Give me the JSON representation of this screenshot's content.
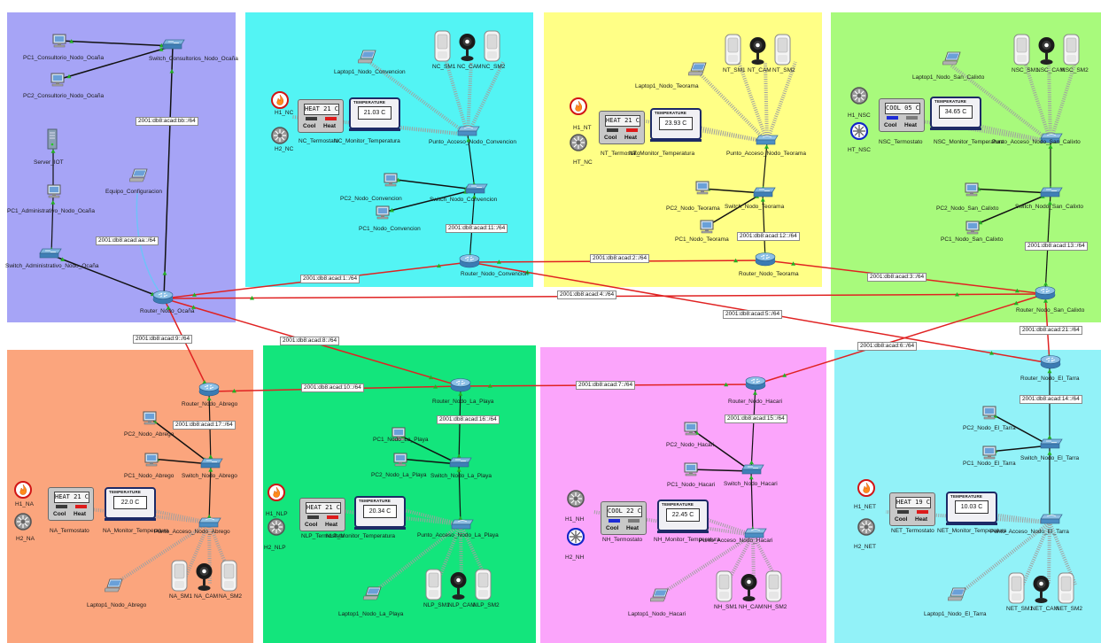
{
  "colors": {
    "zone_ocana": "#a6a4f6",
    "zone_convencion": "#53f4f4",
    "zone_teorama": "#ffff86",
    "zone_san_calixto": "#a8fa7c",
    "zone_abrego": "#fba57d",
    "zone_la_playa": "#13e57c",
    "zone_hacari": "#fba5fb",
    "zone_el_tarra": "#92f2f8",
    "wan_link": "#e02222",
    "lan_link": "#111111",
    "console_link": "#6fc2f8",
    "wireless_link": "#9a9a9a",
    "status_up": "#23b023"
  },
  "ocana": {
    "pc1_consultorio": "PC1_Consultorio_Nodo_Ocaña",
    "pc2_consultorio": "PC2_Consultorio_Nodo_Ocaña",
    "switch_consultorios": "Switch_Consultorios_Nodo_Ocaña",
    "server_iot": "Server_IOT",
    "pc1_administrativo": "PC1_Administrativo_Nodo_Ocaña",
    "switch_administrativo": "Switch_Administrativo_Nodo_Ocaña",
    "equipo_configuracion": "Equipo_Configuracion",
    "router": "Router_Nodo_Ocaña"
  },
  "convencion": {
    "laptop": "Laptop1_Nodo_Convencion",
    "sm1": "NC_SM1",
    "cam": "NC_CAM",
    "sm2": "NC_SM2",
    "h1": "H1_NC",
    "h2": "H2_NC",
    "thermostat_display": "HEAT 21 C",
    "thermostat": "NC_Termostato",
    "monitor_header": "TEMPERATURE",
    "monitor_value": "21.03 C",
    "monitor": "NC_Monitor_Temperatura",
    "access_point": "Punto_Acceso_Nodo_Convencion",
    "pc2": "PC2_Nodo_Convencion",
    "pc1": "PC1_Nodo_Convencion",
    "switch": "Switch_Nodo_Convencion",
    "router": "Router_Nodo_Convencion"
  },
  "teorama": {
    "laptop": "Laptop1_Nodo_Teorama",
    "sm1": "NT_SM1",
    "cam": "NT_CAM",
    "sm2": "NT_SM2",
    "h1": "H1_NT",
    "h2": "HT_NC",
    "thermostat_display": "HEAT 21 C",
    "thermostat": "NT_Termostato",
    "monitor_header": "TEMPERATURE",
    "monitor_value": "23.93 C",
    "monitor": "NT_Monitor_Temperatura",
    "access_point": "Punto_Acceso_Nodo_Teorama",
    "pc2": "PC2_Nodo_Teorama",
    "pc1": "PC1_Nodo_Teorama",
    "switch": "Switch_Nodo_Teorama",
    "router": "Router_Nodo_Teorama"
  },
  "san_calixto": {
    "laptop": "Laptop1_Nodo_San_Calixto",
    "sm1": "NSC_SM1",
    "cam": "NSC_CAM",
    "sm2": "NSC_SM2",
    "h1": "H1_NSC",
    "h2": "HT_NSC",
    "thermostat_display": "COOL 05 C",
    "thermostat": "NSC_Termostato",
    "monitor_header": "TEMPERATURE",
    "monitor_value": "34.65 C",
    "monitor": "NSC_Monitor_Temperatura",
    "access_point": "Punto_Acceso_Nodo_San_Calixto",
    "pc2": "PC2_Nodo_San_Calixto",
    "pc1": "PC1_Nodo_San_Calixto",
    "switch": "Switch_Nodo_San_Calixto",
    "router": "Router_Nodo_San_Calixto"
  },
  "abrego": {
    "router": "Router_Nodo_Abrego",
    "pc2": "PC2_Nodo_Abrego",
    "pc1": "PC1_Nodo_Abrego",
    "switch": "Switch_Nodo_Abrego",
    "h1": "H1_NA",
    "h2": "H2_NA",
    "thermostat_display": "HEAT 21 C",
    "thermostat": "NA_Termostato",
    "monitor_header": "TEMPERATURE",
    "monitor_value": "22.0 C",
    "monitor": "NA_Monitor_Temperatura",
    "access_point": "Punto_Acceso_Nodo_Abrego",
    "laptop": "Laptop1_Nodo_Abrego",
    "sm1": "NA_SM1",
    "cam": "NA_CAM",
    "sm2": "NA_SM2"
  },
  "la_playa": {
    "router": "Router_Nodo_La_Playa",
    "pc1": "PC1_Nodo_La_Playa",
    "pc2": "PC2_Nodo_La_Playa",
    "switch": "Switch_Nodo_La_Playa",
    "h1": "H1_NLP",
    "h2": "H2_NLP",
    "thermostat_display": "HEAT 21 C",
    "thermostat": "NLP_Termostato",
    "monitor_header": "TEMPERATURE",
    "monitor_value": "20.34 C",
    "monitor": "NLP_Monitor_Temperatura",
    "access_point": "Punto_Acceso_Nodo_La_Playa",
    "laptop": "Laptop1_Nodo_La_Playa",
    "sm1": "NLP_SM1",
    "cam": "NLP_CAM",
    "sm2": "NLP_SM2"
  },
  "hacari": {
    "router": "Router_Nodo_Hacari",
    "pc2": "PC2_Nodo_Hacari",
    "pc1": "PC1_Nodo_Hacari",
    "switch": "Switch_Nodo_Hacari",
    "h1": "H1_NH",
    "h2": "H2_NH",
    "thermostat_display": "COOL 22 C",
    "thermostat": "NH_Termostato",
    "monitor_header": "TEMPERATURE",
    "monitor_value": "22.45 C",
    "monitor": "NH_Monitor_Temperatura",
    "access_point": "Punto_Acceso_Nodo_Hacari",
    "laptop": "Laptop1_Nodo_Hacari",
    "sm1": "NH_SM1",
    "cam": "NH_CAM",
    "sm2": "NH_SM2"
  },
  "el_tarra": {
    "router": "Router_Nodo_El_Tarra",
    "pc2": "PC2_Nodo_El_Tarra",
    "pc1": "PC1_Nodo_El_Tarra",
    "switch": "Switch_Nodo_El_Tarra",
    "h1": "H1_NET",
    "h2": "H2_NET",
    "thermostat_display": "HEAT 19 C",
    "thermostat": "NET_Termostato",
    "monitor_header": "TEMPERATURE",
    "monitor_value": "10.03 C",
    "monitor": "NET_Monitor_Temperatura",
    "access_point": "Punto_Acceso_Nodo_El_Tarra",
    "laptop": "Laptop1_Nodo_El_Tarra",
    "sm1": "NET_SM1",
    "cam": "NET_CAM",
    "sm2": "NET_SM2"
  },
  "networks": {
    "n1": "2001:db8:acad:1::/64",
    "n2": "2001:db8:acad:2::/64",
    "n3": "2001:db8:acad:3::/64",
    "n4": "2001:db8:acad:4::/64",
    "n5": "2001:db8:acad:5::/64",
    "n6": "2001:db8:acad:6::/64",
    "n7": "2001:db8:acad:7::/64",
    "n8": "2001:db8:acad:8::/64",
    "n9": "2001:db8:acad:9::/64",
    "n10": "2001:db8:acad:10::/64",
    "n11": "2001:db8:acad:11::/64",
    "n12": "2001:db8:acad:12::/64",
    "n13": "2001:db8:acad:13::/64",
    "n14": "2001:db8:acad:14::/64",
    "n15": "2001:db8:acad:15::/64",
    "n16": "2001:db8:acad:16::/64",
    "n17": "2001:db8:acad:17::/64",
    "n21": "2001:db8:acad:21::/64",
    "naa": "2001:db8:acad:aa::/64",
    "nbb": "2001:db8:acad:bb::/64"
  }
}
